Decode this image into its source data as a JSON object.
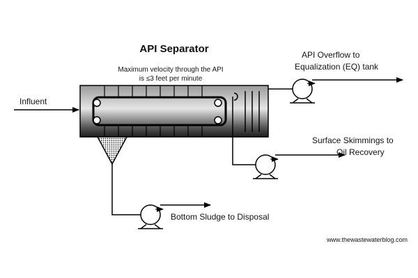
{
  "title": "API Separator",
  "note_line1": "Maximum velocity through the API",
  "note_line2": "is ≤3 feet per minute",
  "labels": {
    "influent": "Influent",
    "overflow_line1": "API Overflow to",
    "overflow_line2": "Equalization (EQ) tank",
    "skim_line1": "Surface Skimmings to",
    "skim_line2": "Oil Recovery",
    "sludge": "Bottom Sludge to Disposal"
  },
  "watermark": "www.thewastewaterblog.com",
  "icons": [
    "pump-icon",
    "arrow-icon",
    "oil-skimmer-icon",
    "sludge-hopper-icon"
  ]
}
